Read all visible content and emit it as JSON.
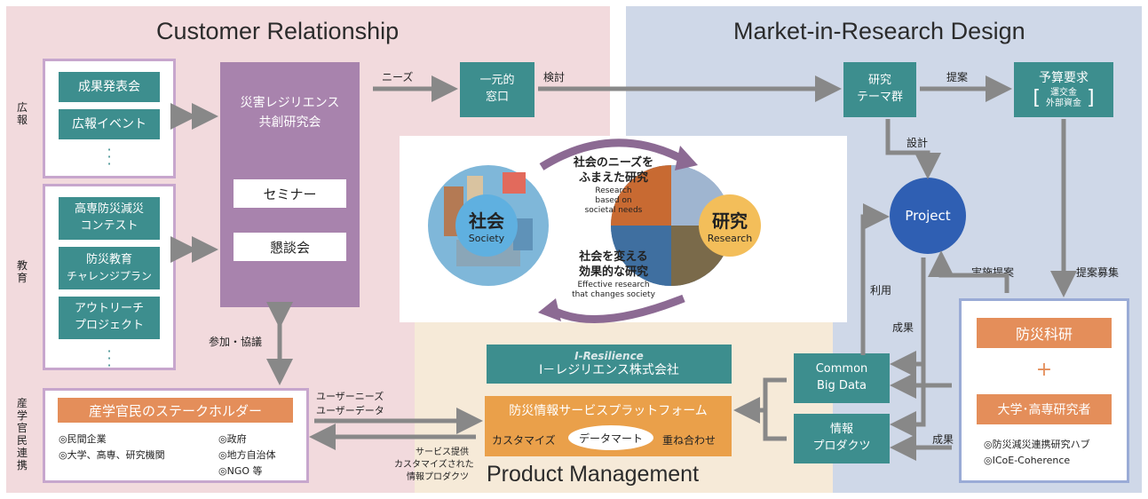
{
  "titles": {
    "customer": "Customer Relationship",
    "market": "Market-in-Research Design",
    "product": "Product Management"
  },
  "side_labels": {
    "pr": "広報",
    "edu": "教育",
    "collab": "産学官民連携"
  },
  "pr_items": [
    "成果発表会",
    "広報イベント"
  ],
  "edu_items": [
    {
      "line1": "高専防災減災",
      "line2": "コンテスト"
    },
    {
      "line1": "防災教育",
      "line2": "チャレンジプラン"
    },
    {
      "line1": "アウトリーチ",
      "line2": "プロジェクト"
    }
  ],
  "consortium": {
    "title_line1": "災害レジリエンス",
    "title_line2": "共創研究会",
    "seminar": "セミナー",
    "meeting": "懇談会"
  },
  "participation_label": "参加・協議",
  "stakeholders": {
    "title": "産学官民のステークホルダー",
    "items": [
      "◎民間企業",
      "◎政府",
      "◎大学、高専、研究機関",
      "◎地方自治体",
      "◎NGO 等"
    ]
  },
  "flows": {
    "needs": "ニーズ",
    "review": "検討",
    "proposal": "提案",
    "design": "設計",
    "use": "利用",
    "result1": "成果",
    "result2": "成果",
    "impl_proposal": "実施提案",
    "call_proposal": "提案募集",
    "user_needs": "ユーザーニーズ",
    "user_data": "ユーザーデータ",
    "service1": "サービス提供",
    "service2": "カスタマイズされた",
    "service3": "情報プロダクツ"
  },
  "window": {
    "line1": "一元的",
    "line2": "窓口"
  },
  "research_themes": {
    "line1": "研究",
    "line2": "テーマ群"
  },
  "budget": {
    "line1": "予算要求",
    "line2": "運交金",
    "line3": "外部資金"
  },
  "project": "Project",
  "nied": {
    "title": "防災科研",
    "plus": "+",
    "partners": "大学･高専研究者",
    "hub": "◎防災減災連携研究ハブ",
    "icoe": "◎ICoE-Coherence"
  },
  "common_big_data": {
    "line1": "Common",
    "line2": "Big Data"
  },
  "info_products": {
    "line1": "情報",
    "line2": "プロダクツ"
  },
  "company": {
    "logo": "I-Resilience",
    "name": "I－レジリエンス株式会社"
  },
  "platform": {
    "title": "防災情報サービスプラットフォーム",
    "customize": "カスタマイズ",
    "datamart": "データマート",
    "overlay": "重ね合わせ"
  },
  "society": {
    "jp": "社会",
    "en": "Society"
  },
  "research": {
    "jp": "研究",
    "en": "Research"
  },
  "cycle_top": {
    "jp1": "社会のニーズを",
    "jp2": "ふまえた研究",
    "en1": "Research",
    "en2": "based on",
    "en3": "societal needs"
  },
  "cycle_bottom": {
    "jp1": "社会を変える",
    "jp2": "効果的な研究",
    "en1": "Effective research",
    "en2": "that changes society"
  },
  "colors": {
    "teal": "#3d8e8e",
    "purple": "#a883ad",
    "orange": "#e48e5a",
    "project_blue": "#2f5fb3",
    "arrow_gray": "#888888"
  }
}
